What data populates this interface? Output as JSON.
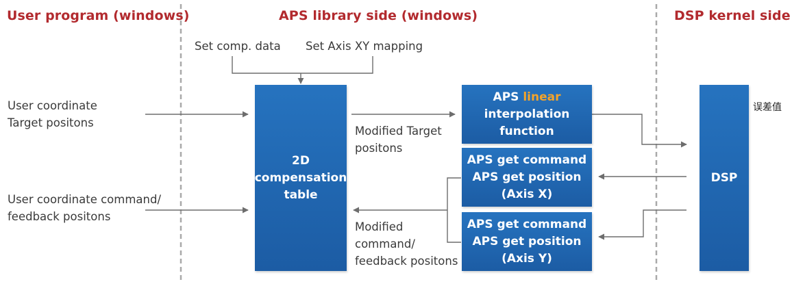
{
  "headers": {
    "user": "User program (windows)",
    "aps": "APS library side (windows)",
    "dsp": "DSP kernel side"
  },
  "labels": {
    "set_comp": "Set comp. data",
    "set_axis": "Set Axis XY mapping",
    "user_target": [
      "User coordinate",
      "Target positons"
    ],
    "user_cmd": [
      "User coordinate command/",
      "feedback positons"
    ],
    "mod_target": [
      "Modified Target",
      "positons"
    ],
    "mod_cmd": [
      "Modified",
      "command/",
      "feedback positons"
    ],
    "cjk_note": "误差值"
  },
  "boxes": {
    "comp_table": [
      "2D",
      "compensation",
      "table"
    ],
    "linear": {
      "pre": "APS ",
      "highlight": "linear",
      "line2": "interpolation",
      "line3": "function"
    },
    "get_x": [
      "APS get command",
      "APS get position",
      "(Axis X)"
    ],
    "get_y": [
      "APS get command",
      "APS get position",
      "(Axis Y)"
    ],
    "dsp": "DSP"
  },
  "colors": {
    "header": "#b22a2e",
    "box": "#1f63ac",
    "highlight": "#f4a42a",
    "arrow": "#6d6d6d",
    "divider": "#a9a9a9"
  }
}
